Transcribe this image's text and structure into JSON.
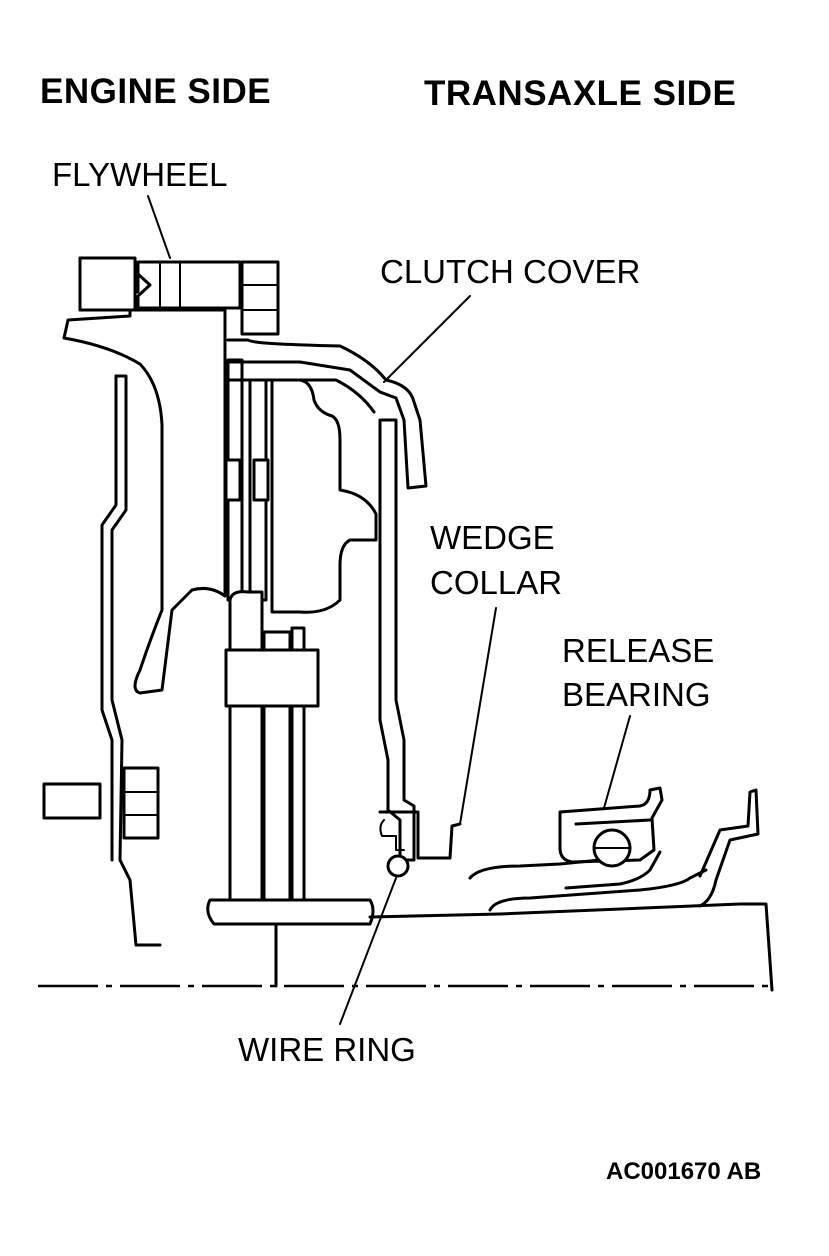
{
  "headings": {
    "engine_side": "ENGINE SIDE",
    "transaxle_side": "TRANSAXLE SIDE"
  },
  "callouts": {
    "flywheel": "FLYWHEEL",
    "clutch_cover": "CLUTCH COVER",
    "wedge_collar_line1": "WEDGE",
    "wedge_collar_line2": "COLLAR",
    "release_bearing_line1": "RELEASE",
    "release_bearing_line2": "BEARING",
    "wire_ring": "WIRE RING"
  },
  "figure_id": "AC001670 AB",
  "colors": {
    "ink": "#000000",
    "paper": "#ffffff"
  }
}
